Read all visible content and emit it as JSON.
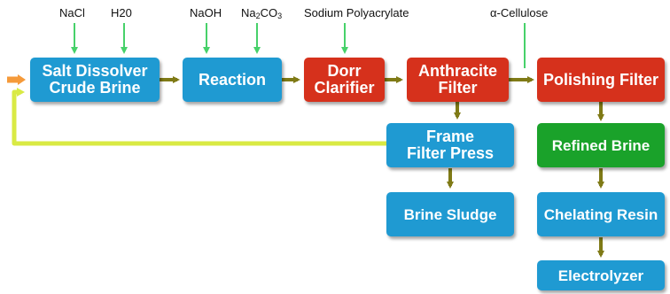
{
  "inputs": {
    "nacl": "NaCl",
    "h2o": "H20",
    "naoh": "NaOH",
    "na2co3": {
      "a": "Na",
      "b": "2",
      "c": "CO",
      "d": "3"
    },
    "sodium_polyacrylate": "Sodium Polyacrylate",
    "alpha_cellulose": "α-Cellulose"
  },
  "nodes": {
    "salt_dissolver": {
      "line1": "Salt Dissolver",
      "line2": "Crude Brine"
    },
    "reaction": "Reaction",
    "dorr_clarifier": {
      "line1": "Dorr",
      "line2": "Clarifier"
    },
    "anthracite_filter": {
      "line1": "Anthracite",
      "line2": "Filter"
    },
    "polishing_filter": "Polishing Filter",
    "frame_filter_press": {
      "line1": "Frame",
      "line2": "Filter Press"
    },
    "refined_brine": "Refined Brine",
    "brine_sludge": "Brine Sludge",
    "chelating_resin": "Chelating Resin",
    "electrolyzer": "Electrolyzer"
  },
  "colors": {
    "process_blue": "#1f9ad2",
    "clarifier_red": "#d6311c",
    "refined_green": "#1aa22a",
    "flow_arrow": "#7f7a16",
    "input_line": "#47d16a",
    "recycle_line": "#d9ea44",
    "feed_arrow": "#f59a3a"
  }
}
